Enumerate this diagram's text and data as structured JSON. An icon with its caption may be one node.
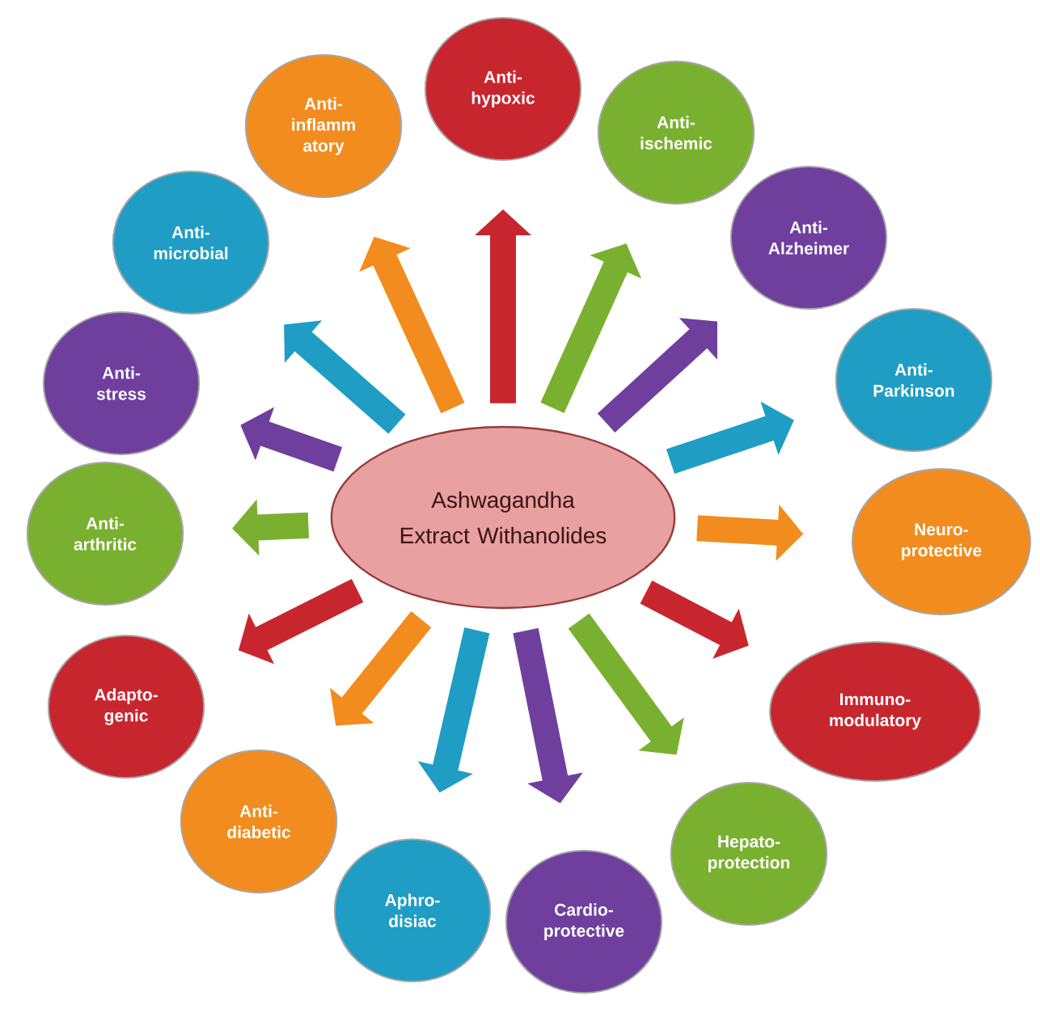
{
  "diagram": {
    "nodes": [
      {
        "text": [
          "Ashwagandha Extract Withanolides"
        ]
      },
      {
        "text": [
          "Anti- inflamm atory"
        ]
      },
      {
        "text": [
          "Anti- hypoxic"
        ]
      },
      {
        "text": [
          "Anti- ischemic"
        ]
      },
      {
        "text": [
          "Anti- Alzheimer"
        ]
      },
      {
        "text": [
          "Anti- Parkinson"
        ]
      },
      {
        "text": [
          "Neuro- protective"
        ]
      },
      {
        "text": [
          "Immuno- modulatory"
        ]
      },
      {
        "text": [
          "Hepato- protection"
        ]
      },
      {
        "text": [
          "Cardio- protective"
        ]
      },
      {
        "text": [
          "Aphro- disiac"
        ]
      },
      {
        "text": [
          "Anti- diabetic"
        ]
      },
      {
        "text": [
          "Adapto- genic"
        ]
      },
      {
        "text": [
          "Anti- arthritic"
        ]
      },
      {
        "text": [
          "Anti- stress"
        ]
      },
      {
        "text": [
          "Anti- microbial"
        ]
      }
    ],
    "edges": [
      {
        "from": 0,
        "to": 1,
        "arrow": "to",
        "color": "#f28c1e"
      },
      {
        "from": 0,
        "to": 2,
        "arrow": "to",
        "color": "#c8262e"
      },
      {
        "from": 0,
        "to": 3,
        "arrow": "to",
        "color": "#7ab030"
      },
      {
        "from": 0,
        "to": 4,
        "arrow": "to",
        "color": "#6f3f9e"
      },
      {
        "from": 0,
        "to": 5,
        "arrow": "to",
        "color": "#1f9dc4"
      },
      {
        "from": 0,
        "to": 6,
        "arrow": "to",
        "color": "#f28c1e"
      },
      {
        "from": 0,
        "to": 7,
        "arrow": "to",
        "color": "#c8262e"
      },
      {
        "from": 0,
        "to": 8,
        "arrow": "to",
        "color": "#7ab030"
      },
      {
        "from": 0,
        "to": 9,
        "arrow": "to",
        "color": "#6f3f9e"
      },
      {
        "from": 0,
        "to": 10,
        "arrow": "to",
        "color": "#1f9dc4"
      },
      {
        "from": 0,
        "to": 11,
        "arrow": "to",
        "color": "#f28c1e"
      },
      {
        "from": 0,
        "to": 12,
        "arrow": "to",
        "color": "#c8262e"
      },
      {
        "from": 0,
        "to": 13,
        "arrow": "to",
        "color": "#7ab030"
      },
      {
        "from": 0,
        "to": 14,
        "arrow": "to",
        "color": "#6f3f9e"
      },
      {
        "from": 0,
        "to": 15,
        "arrow": "to",
        "color": "#1f9dc4"
      }
    ]
  }
}
